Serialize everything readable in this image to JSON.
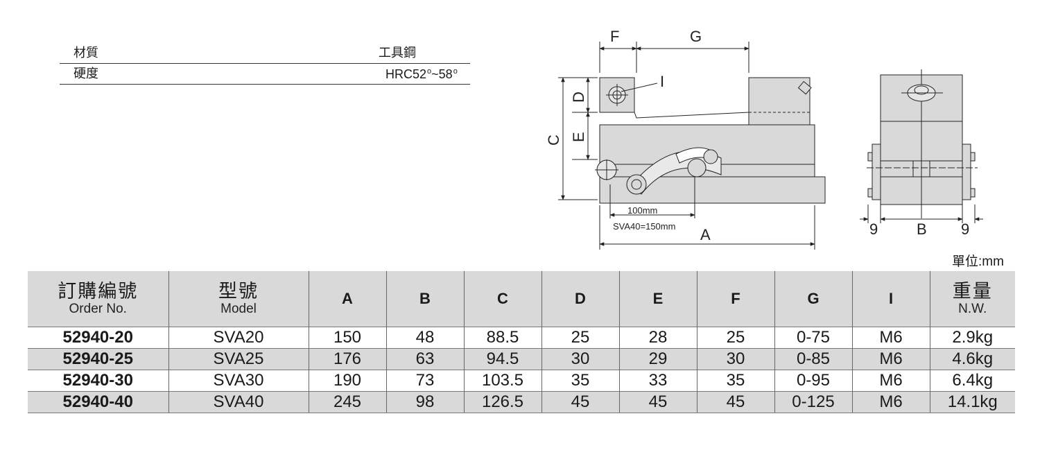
{
  "spec": [
    {
      "label": "材質",
      "value": "工具鋼"
    },
    {
      "label": "硬度",
      "value_prefix": "HRC52",
      "deg1": "o",
      "value_mid": "~58",
      "deg2": "o"
    }
  ],
  "drawing": {
    "dim_letters": {
      "F": "F",
      "G": "G",
      "I": "I",
      "D": "D",
      "C": "C",
      "E": "E",
      "A": "A",
      "B": "B"
    },
    "side_margins": [
      "9",
      "9"
    ],
    "note_1": "100mm",
    "note_2": "SVA40=150mm"
  },
  "unit": "單位:mm",
  "table": {
    "headers": {
      "order_zh": "訂購編號",
      "order_en": "Order No.",
      "model_zh": "型號",
      "model_en": "Model",
      "cols": [
        "A",
        "B",
        "C",
        "D",
        "E",
        "F",
        "G",
        "I"
      ],
      "weight_zh": "重量",
      "weight_en": "N.W."
    },
    "rows": [
      {
        "order": "52940-20",
        "model": "SVA20",
        "A": "150",
        "B": "48",
        "C": "88.5",
        "D": "25",
        "E": "28",
        "F": "25",
        "G": "0-75",
        "I": "M6",
        "weight": "2.9kg"
      },
      {
        "order": "52940-25",
        "model": "SVA25",
        "A": "176",
        "B": "63",
        "C": "94.5",
        "D": "30",
        "E": "29",
        "F": "30",
        "G": "0-85",
        "I": "M6",
        "weight": "4.6kg"
      },
      {
        "order": "52940-30",
        "model": "SVA30",
        "A": "190",
        "B": "73",
        "C": "103.5",
        "D": "35",
        "E": "33",
        "F": "35",
        "G": "0-95",
        "I": "M6",
        "weight": "6.4kg"
      },
      {
        "order": "52940-40",
        "model": "SVA40",
        "A": "245",
        "B": "98",
        "C": "126.5",
        "D": "45",
        "E": "45",
        "F": "45",
        "G": "0-125",
        "I": "M6",
        "weight": "14.1kg"
      }
    ]
  }
}
